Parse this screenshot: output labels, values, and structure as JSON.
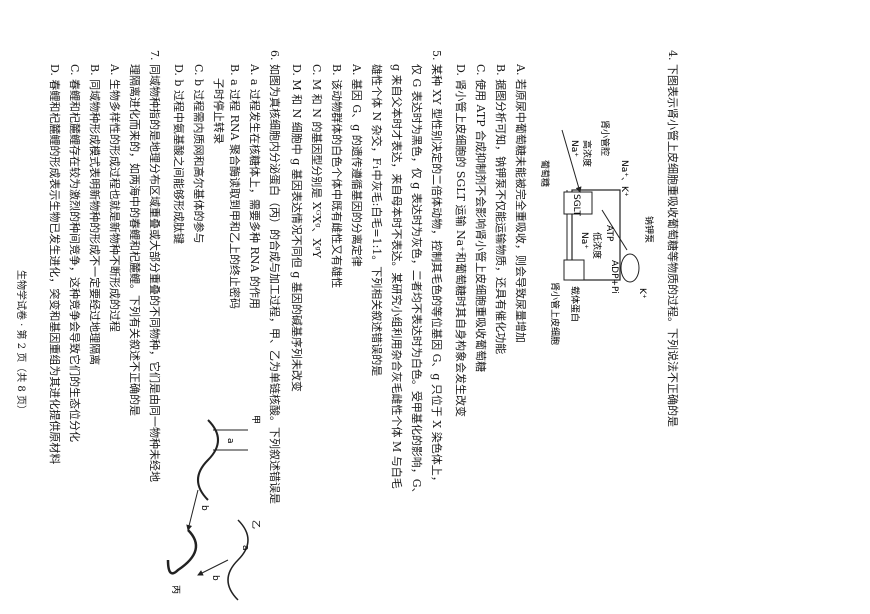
{
  "q4": {
    "stem": "4. 下图表示肾小管上皮细胞重吸收葡萄糖等物质的过程。下列说法不正确的是",
    "figure": {
      "na_k": "Na⁺、K⁺",
      "pump": "钠钾泵",
      "k": "K⁺",
      "atp": "ATP",
      "adp": "ADP+Pi",
      "low": "低浓度",
      "na": "Na⁺",
      "high": "高浓度",
      "na_in": "Na⁺",
      "sglt": "SGLT",
      "carrier": "载体蛋白",
      "cell": "肾小管上皮细胞",
      "glucose": "葡萄糖",
      "lumen": "肾小管腔"
    },
    "options": [
      "A. 若原尿中葡萄糖未能被完全重吸收，则会导致尿量增加",
      "B. 据图分析可知，钠钾泵不仅能运输物质，还具有催化功能",
      "C. 使用 ATP 合成抑制剂不会影响肾小管上皮细胞重吸收葡萄糖",
      "D. 肾小管上皮细胞的 SGLT 运输 Na⁺和葡萄糖时其自身构象会发生改变"
    ]
  },
  "q5": {
    "stem": [
      "5. 某种 XY 型性别决定的二倍体动物，控制其毛色的等位基因 G、g 只位于 X 染色体上，",
      "仅 G 表达时为黑色，仅 g 表达时为灰色，二者均不表达时为白色。受甲基化的影响，G、",
      "g 来自父本时才表达，来自母本时不表达。某研究小组利用杂合灰毛雌性个体 M 与白毛",
      "雄性个体 N 杂交，F₁中灰毛:白毛=1:1。下列相关叙述错误的是"
    ],
    "options": [
      "A. 基因 G、g 的遗传遵循基因的分离定律",
      "B. 该动物群体的白色个体中既有雌性又有雄性",
      "C. M 和 N 的基因型分别是 XᴳXᵍ、XᵍY",
      "D. M 和 N 细胞中 g 基因表达情况不同但 g 基因的碱基序列未改变"
    ]
  },
  "q6": {
    "stem": "6. 如图为真核细胞内分泌蛋白（丙）的合成与加工过程，甲、乙为单链核酸。下列叙述错误是",
    "figure": {
      "jia": "甲",
      "yi": "乙",
      "a": "a",
      "b": "b",
      "bing": "丙"
    },
    "options": [
      "A. a 过程发生在核糖体上，需要多种 RNA 的作用",
      "B. a 过程 RNA 聚合酶读取到甲和乙上的终止密码",
      "C. b 过程需内质网和高尔基体的参与",
      "D. b 过程中氨基酸之间能够形成肽键"
    ],
    "options_b_cont": "子时停止转录"
  },
  "q7": {
    "stem": [
      "7. 同域物种指的是地理分布区域重叠或大部分重叠的不同物种，它们是由同一物种未经地",
      "理隔离进化而来的，如两海中的春鲤和杞麓鲤。下列有关叙述不正确的是"
    ],
    "options": [
      "A. 生物多样性的形成过程也就是新物种不断形成的过程",
      "B. 同域物种形成模式表明新物种的形成不一定要经过地理隔离",
      "C. 春鲤和杞麓鲤存在较为激烈的种间竞争，这种竞争会导致它们的生态位分化",
      "D. 春鲤和杞麓鲤的形成表示生物已发生进化，突变和基因重组为其进化提供原材料"
    ]
  },
  "footer": "生物学试卷 · 第 2 页（共 8 页）"
}
